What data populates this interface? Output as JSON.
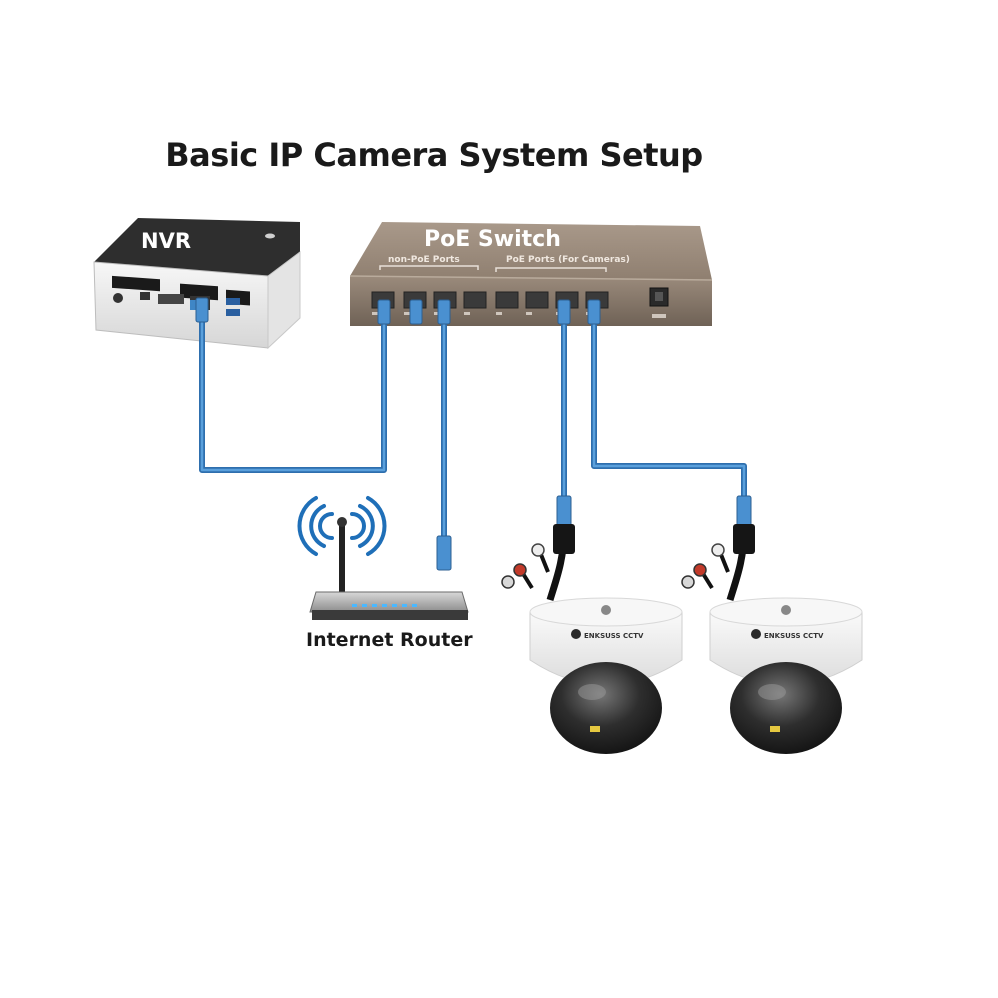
{
  "title": "Basic IP Camera System Setup",
  "devices": {
    "nvr": {
      "label": "NVR"
    },
    "switch": {
      "label": "PoE Switch",
      "non_poe_label": "non-PoE Ports",
      "poe_label": "PoE Ports (For Cameras)"
    },
    "router": {
      "label": "Internet Router"
    },
    "camera": {
      "brand": "ENKSUSS CCTV"
    }
  },
  "colors": {
    "cable": "#3f86c6",
    "switch_body": "#8a7a6c",
    "nvr_top": "#2b2b2b",
    "camera_body": "#f4f4f4"
  }
}
